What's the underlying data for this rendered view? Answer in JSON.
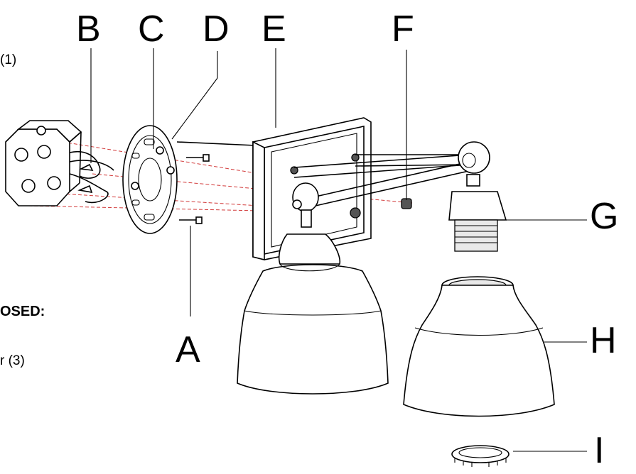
{
  "side_text": {
    "qty_top": "(1)",
    "heading": "OSED:",
    "qty_bottom": "r (3)"
  },
  "labels": {
    "A": "A",
    "B": "B",
    "C": "C",
    "D": "D",
    "E": "E",
    "F": "F",
    "G": "G",
    "H": "H",
    "I": "I"
  }
}
